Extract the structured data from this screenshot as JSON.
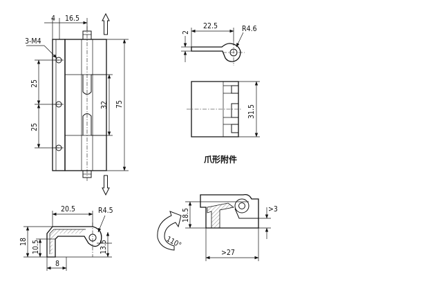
{
  "front_view": {
    "dims": {
      "width_4": "4",
      "width_16_5": "16.5",
      "thread": "3-M4",
      "pitch_upper": "25",
      "pitch_lower": "25",
      "pin_gap": "32",
      "height": "75"
    }
  },
  "claw_attachment": {
    "caption": "爪形附件",
    "dims": {
      "thickness": "2",
      "length": "22.5",
      "radius": "R4.6",
      "height": "31.5"
    }
  },
  "leaf_section": {
    "dims": {
      "width": "20.5",
      "radius": "R4.5",
      "height": "18",
      "inner_height": "10.5",
      "right_height": "13.5",
      "base": "8"
    }
  },
  "assembly_view": {
    "dims": {
      "height": "18.5",
      "gap": ">3",
      "length": ">27",
      "angle": "110°"
    }
  }
}
